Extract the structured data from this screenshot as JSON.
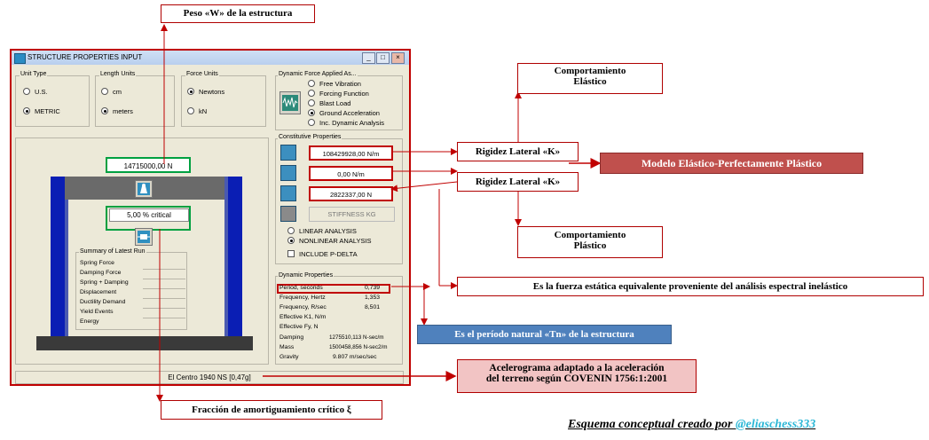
{
  "window": {
    "title": "STRUCTURE PROPERTIES INPUT",
    "buttons": [
      "_",
      "□",
      "×"
    ],
    "unit_type": {
      "label": "Unit Type",
      "options": [
        "U.S.",
        "METRIC"
      ],
      "selected": "METRIC"
    },
    "length_units": {
      "label": "Length Units",
      "options": [
        "cm",
        "meters"
      ],
      "selected": "meters"
    },
    "force_units": {
      "label": "Force Units",
      "options": [
        "Newtons",
        "kN"
      ],
      "selected": "Newtons"
    },
    "dynamic_force": {
      "label": "Dynamic Force Applied As...",
      "options": [
        "Free Vibration",
        "Forcing Function",
        "Blast Load",
        "Ground Acceleration",
        "Inc. Dynamic Analysis"
      ],
      "selected": "Ground Acceleration"
    },
    "weight_value": "14715000,00 N",
    "damping_value": "5,00 % critical",
    "summary": {
      "title": "Summary of Latest Run",
      "rows": [
        "Spring Force",
        "Damping Force",
        "Spring + Damping",
        "Displacement",
        "Ductility Demand",
        "Yield Events",
        "Energy"
      ]
    },
    "constitutive": {
      "label": "Constitutive Properties",
      "values": [
        "108429928,00 N/m",
        "0,00 N/m",
        "2822337,00 N"
      ],
      "stiffness_button": "STIFFNESS KG"
    },
    "analysis": {
      "options": [
        "LINEAR ANALYSIS",
        "NONLINEAR ANALYSIS"
      ],
      "selected": "NONLINEAR ANALYSIS",
      "pdelta": "INCLUDE P-DELTA"
    },
    "dynamic_props": {
      "label": "Dynamic Properties",
      "rows": [
        {
          "name": "Period, seconds",
          "value": "0,739"
        },
        {
          "name": "Frequency, Hertz",
          "value": "1,353"
        },
        {
          "name": "Frequency, R/sec",
          "value": "8,501"
        },
        {
          "name": "Effective K1, N/m",
          "value": ""
        },
        {
          "name": "Effective Fy, N",
          "value": ""
        },
        {
          "name": "Damping",
          "value": "1275510,113 N-sec/m"
        },
        {
          "name": "Mass",
          "value": "1500458,856 N-sec2/m"
        },
        {
          "name": "Gravity",
          "value": "9.807 m/sec/sec"
        }
      ]
    },
    "record": "El Centro 1940 NS  [0,47g]"
  },
  "callouts": {
    "peso": "Peso «W» de la estructura",
    "comp_elastico_1": "Comportamiento",
    "comp_elastico_2": "Elástico",
    "rigidez1": "Rigidez Lateral «K»",
    "rigidez2": "Rigidez Lateral «K»",
    "modelo": "Modelo Elástico-Perfectamente Plástico",
    "comp_plastico_1": "Comportamiento",
    "comp_plastico_2": "Plástico",
    "fuerza": "Es la fuerza  estática equivalente proveniente del análisis espectral inelástico",
    "periodo": "Es el período natural «Tn»  de la estructura",
    "acel_1": "Acelerograma adaptado a la aceleración",
    "acel_2": "del terreno según COVENIN 1756:1:2001",
    "amort": "Fracción de amortiguamiento crítico ξ",
    "credit_text": "Esquema  conceptual creado por ",
    "credit_handle": "@eliaschess333"
  },
  "colors": {
    "callout_border": "#b00000",
    "modelo_bg": "#c0504d",
    "periodo_bg": "#4f81bd",
    "acel_bg": "#f2c4c4",
    "column": "#0a1eb4",
    "beam": "#666666",
    "base": "#3a3a3a",
    "highlight_box": "#00a040"
  }
}
